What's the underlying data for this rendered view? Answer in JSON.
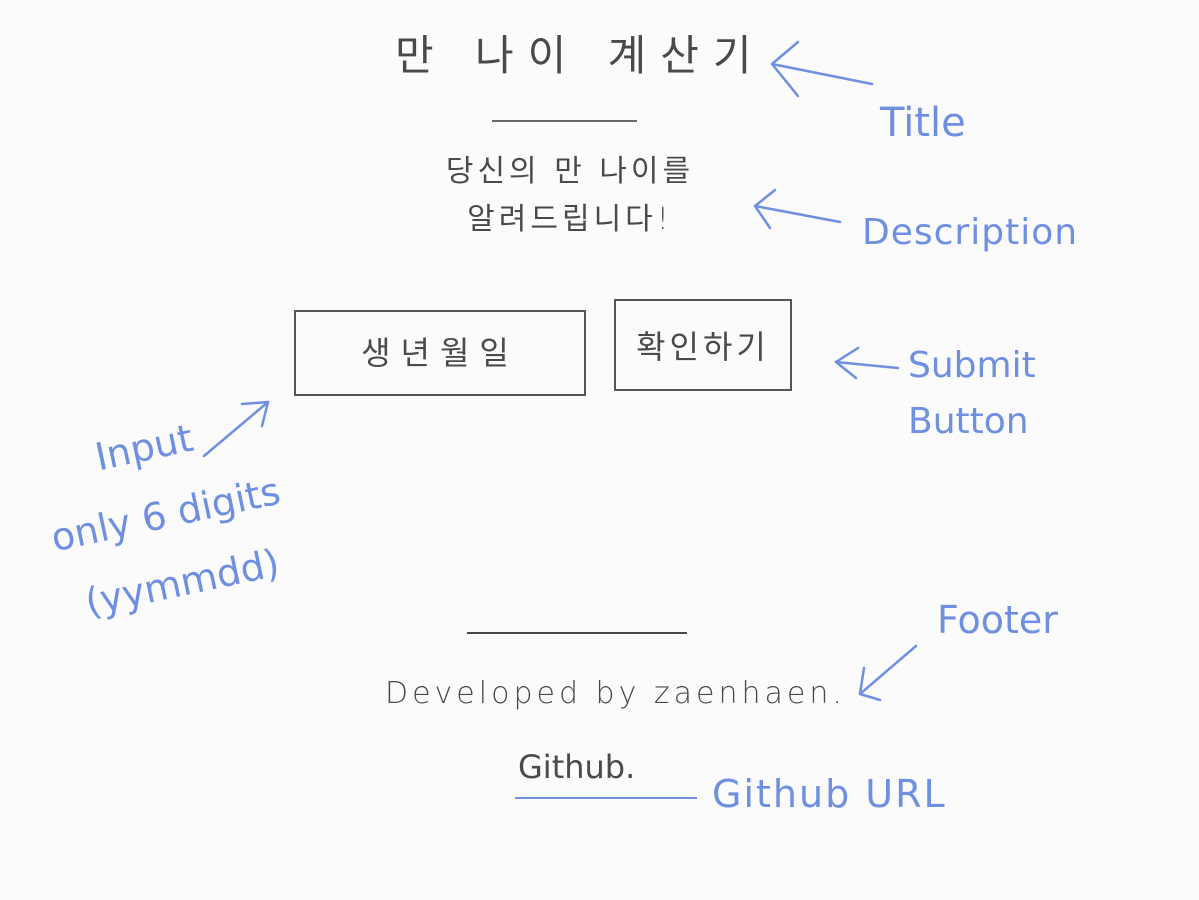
{
  "app": {
    "title": "만 나이 계산기",
    "description_line1": "당신의 만 나이를",
    "description_line2": "알려드립니다!",
    "input": {
      "placeholder": "생년월일",
      "value": ""
    },
    "submit_label": "확인하기",
    "footer": {
      "developed_by": "Developed by zaenhaen.",
      "github_label": "Github."
    }
  },
  "annotations": {
    "title": "Title",
    "description": "Description",
    "submit_line1": "Submit",
    "submit_line2": "Button",
    "input_line1": "Input",
    "input_line2": "only 6 digits",
    "input_line3": "(yymmdd)",
    "footer": "Footer",
    "github": "Github URL"
  },
  "colors": {
    "pencil": "#4a4a4a",
    "annotation_blue": "#6f8fe0",
    "background": "#fbfbfb"
  }
}
